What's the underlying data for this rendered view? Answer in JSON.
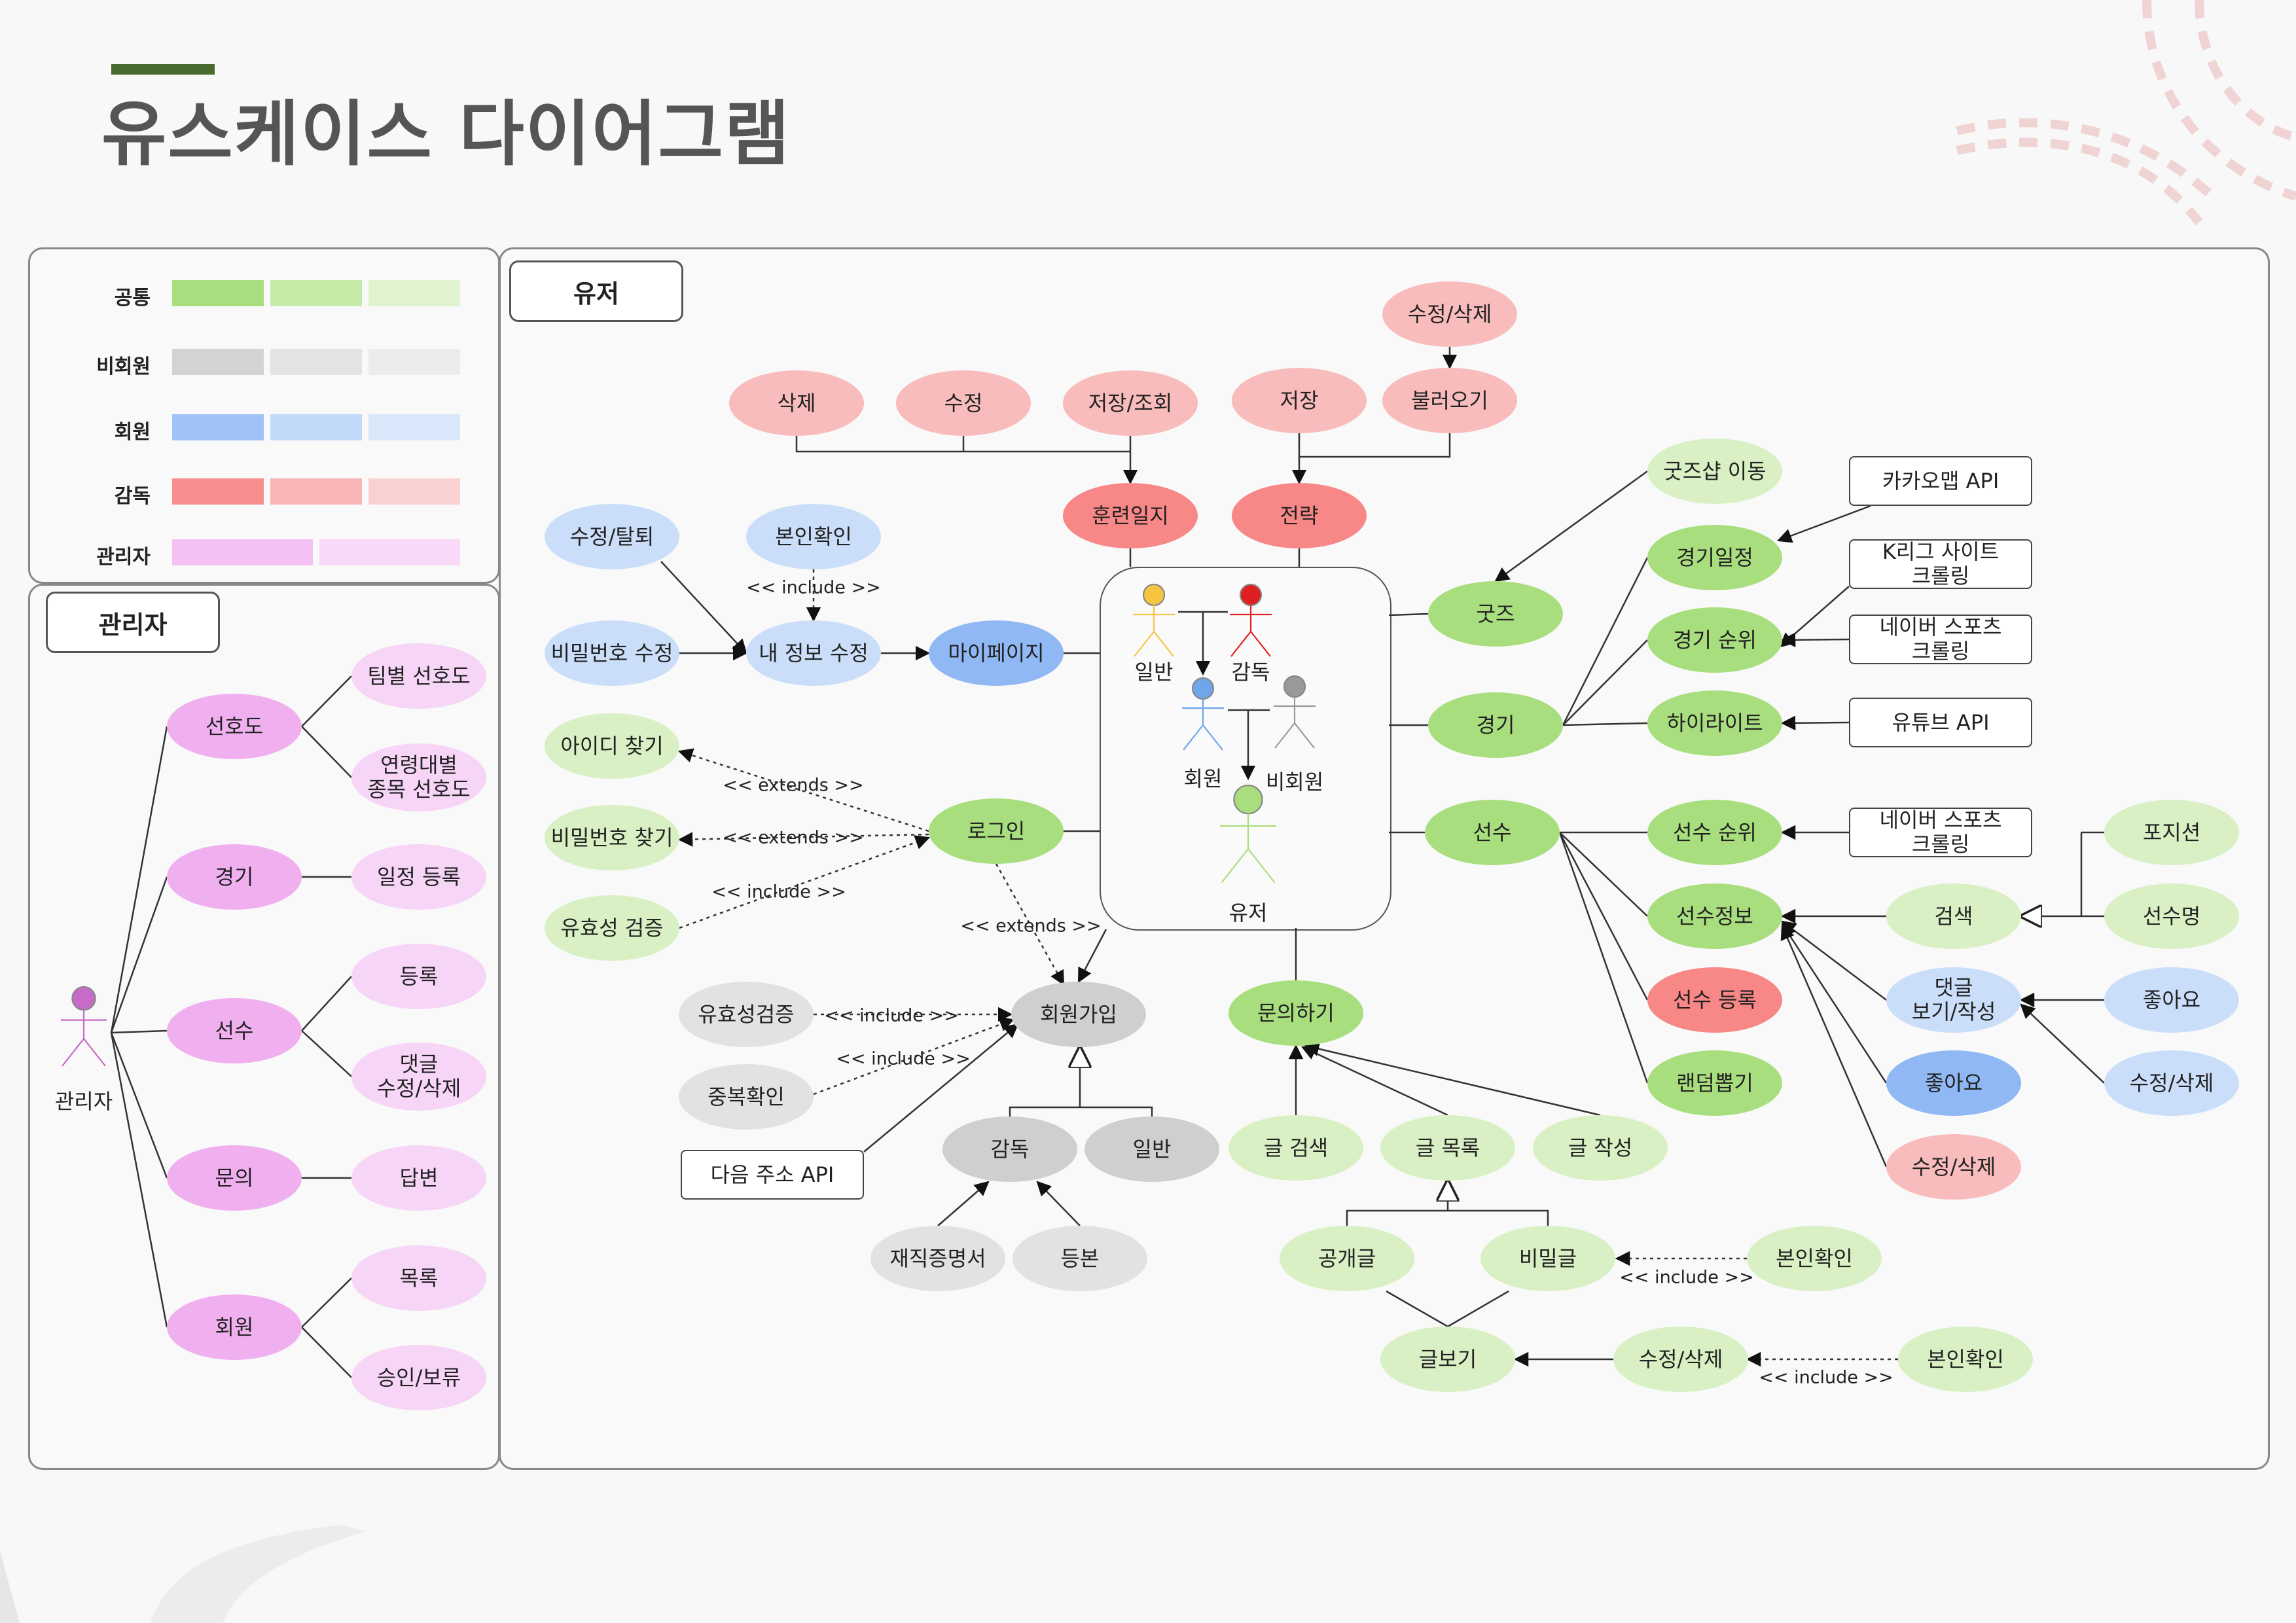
{
  "title": "유스케이스 다이어그램",
  "legend": [
    {
      "label": "공통",
      "colors": [
        "#a9de7f",
        "#c6eaa8",
        "#dff3cf"
      ]
    },
    {
      "label": "비회원",
      "colors": [
        "#d3d3d3",
        "#e3e3e3",
        "#ececec"
      ]
    },
    {
      "label": "회원",
      "colors": [
        "#9fc3f7",
        "#c3d9fa",
        "#d9e7fb"
      ]
    },
    {
      "label": "감독",
      "colors": [
        "#f88d8d",
        "#f9b5b5",
        "#fad1d1"
      ]
    },
    {
      "label": "관리자",
      "colors": [
        "#f5c1f5",
        "#f8d9f8"
      ]
    }
  ],
  "panels": {
    "admin": "관리자",
    "user": "유저"
  },
  "colors": {
    "green": "#a9de7f",
    "green_light": "#d8f0c4",
    "blue": "#8fb8f4",
    "blue_light": "#cadefa",
    "red": "#f88787",
    "red_light": "#f9bcbc",
    "gray": "#cfcfcf",
    "gray_light": "#e2e2e2",
    "pink": "#f0b0f0",
    "pink_light": "#f7d5f7"
  },
  "actors": {
    "admin": "관리자",
    "general": "일반",
    "coach": "감독",
    "member": "회원",
    "nonmember": "비회원",
    "user": "유저"
  },
  "nodes": {
    "a_pref": "선호도",
    "a_team_pref": "팀별 선호도",
    "a_age_pref": "연령대별\n종목 선호도",
    "a_game": "경기",
    "a_schedule_reg": "일정 등록",
    "a_player": "선수",
    "a_reg": "등록",
    "a_comment": "댓글\n수정/삭제",
    "a_inquiry": "문의",
    "a_answer": "답변",
    "a_member": "회원",
    "a_list": "목록",
    "a_approve": "승인/보류",
    "u_delete": "삭제",
    "u_edit": "수정",
    "u_save_view": "저장/조회",
    "u_training": "훈련일지",
    "u_save": "저장",
    "u_load": "불러오기",
    "u_editdel_top": "수정/삭제",
    "u_strategy": "전략",
    "u_edit_quit": "수정/탈퇴",
    "u_verify": "본인확인",
    "u_pw_change": "비밀번호 수정",
    "u_info_edit": "내 정보 수정",
    "u_mypage": "마이페이지",
    "u_find_id": "아이디 찾기",
    "u_find_pw": "비밀번호 찾기",
    "u_valid": "유효성 검증",
    "u_login": "로그인",
    "u_valid2": "유효성검증",
    "u_dup": "중복확인",
    "u_signup": "회원가입",
    "u_addr_api": "다음 주소 API",
    "u_coach": "감독",
    "u_general": "일반",
    "u_cert": "재직증명서",
    "u_doc": "등본",
    "u_goods_move": "굿즈샵 이동",
    "u_kakao": "카카오맵 API",
    "u_goods": "굿즈",
    "u_game_sched": "경기일정",
    "u_kleague": "K리그 사이트\n크롤링",
    "u_game_rank": "경기 순위",
    "u_naver1": "네이버 스포츠\n크롤링",
    "u_game": "경기",
    "u_highlight": "하이라이트",
    "u_youtube": "유튜브 API",
    "u_player": "선수",
    "u_player_rank": "선수 순위",
    "u_naver2": "네이버 스포츠\n크롤링",
    "u_player_info": "선수정보",
    "u_search": "검색",
    "u_position": "포지션",
    "u_player_name": "선수명",
    "u_player_reg": "선수 등록",
    "u_comment": "댓글\n보기/작성",
    "u_like_r": "좋아요",
    "u_editdel_r": "수정/삭제",
    "u_like": "좋아요",
    "u_random": "랜덤뽑기",
    "u_editdel_red": "수정/삭제",
    "u_inquiry": "문의하기",
    "u_post_search": "글 검색",
    "u_post_list": "글 목록",
    "u_post_write": "글 작성",
    "u_public": "공개글",
    "u_secret": "비밀글",
    "u_verify2": "본인확인",
    "u_view": "글보기",
    "u_editdel_b": "수정/삭제",
    "u_verify3": "본인확인"
  },
  "edge_labels": {
    "include": "<< include >>",
    "extends": "<< extends >>"
  }
}
